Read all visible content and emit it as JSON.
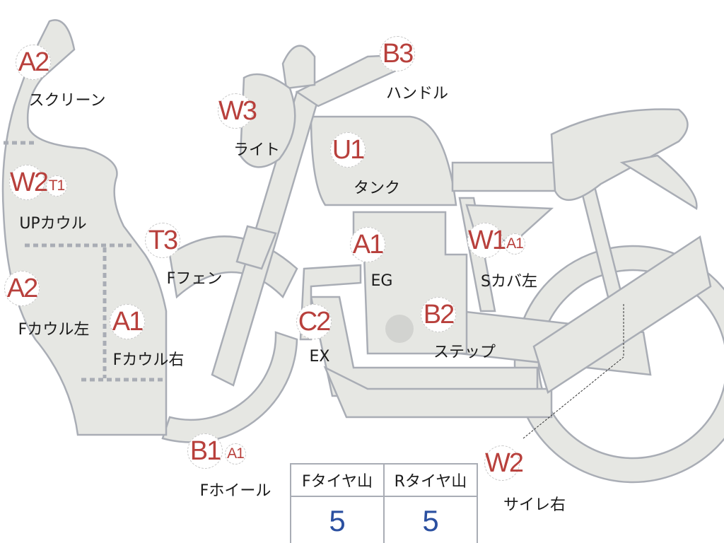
{
  "colors": {
    "part_fill": "#e6e7e3",
    "part_stroke": "#a9adb5",
    "code": "#b8403c",
    "value": "#2a4fa0"
  },
  "parts": [
    {
      "codes": [
        "A2"
      ],
      "label": "スクリーン"
    },
    {
      "codes": [
        "W3"
      ],
      "label": "ライト"
    },
    {
      "codes": [
        "B3"
      ],
      "label": "ハンドル"
    },
    {
      "codes": [
        "U1"
      ],
      "label": "タンク"
    },
    {
      "codes": [
        "W2",
        "T1"
      ],
      "label": "UPカウル"
    },
    {
      "codes": [
        "T3"
      ],
      "label": "Fフェン"
    },
    {
      "codes": [
        "A1"
      ],
      "label": "EG"
    },
    {
      "codes": [
        "W1",
        "A1"
      ],
      "label": "Sカバ左"
    },
    {
      "codes": [
        "A2"
      ],
      "label": "Fカウル左"
    },
    {
      "codes": [
        "A1"
      ],
      "label": "Fカウル右"
    },
    {
      "codes": [
        "C2"
      ],
      "label": "EX"
    },
    {
      "codes": [
        "B2"
      ],
      "label": "ステップ"
    },
    {
      "codes": [
        "B1",
        "A1"
      ],
      "label": "Fホイール"
    },
    {
      "codes": [
        "W2"
      ],
      "label": "サイレ右"
    }
  ],
  "tire_table": {
    "headers": [
      "Fタイヤ山",
      "Rタイヤ山"
    ],
    "values": [
      "5",
      "5"
    ]
  }
}
